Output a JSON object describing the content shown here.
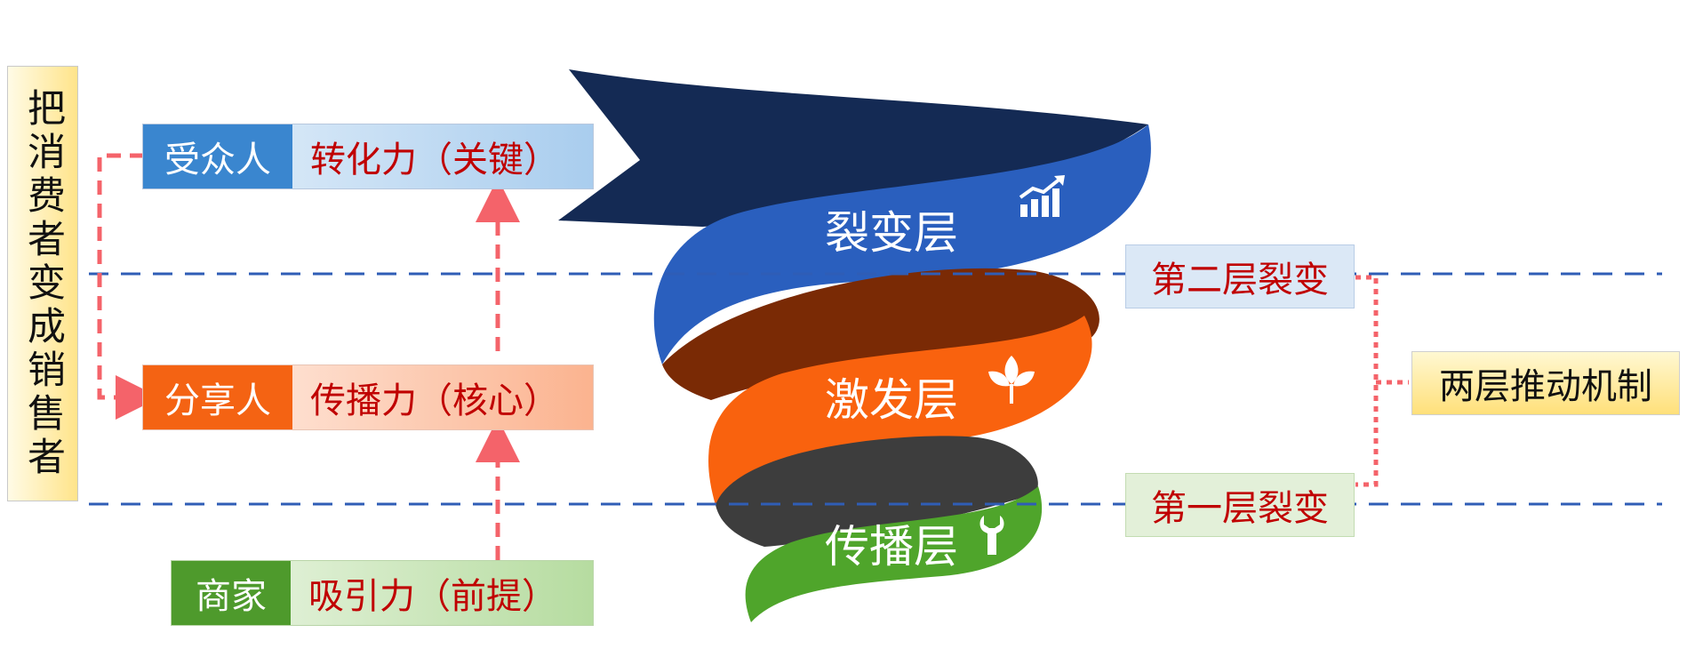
{
  "left_title": "把消费者变成销售者",
  "roles": [
    {
      "label": "受众人",
      "value": "转化力（关键）",
      "label_color": "#3a86cf"
    },
    {
      "label": "分享人",
      "value": "传播力（核心）",
      "label_color": "#f46313"
    },
    {
      "label": "商家",
      "value": "吸引力（前提）",
      "label_color": "#4e9a2c"
    }
  ],
  "layers": [
    {
      "name": "裂变层",
      "icon": "growth-chart-icon",
      "color": "#2a5fbe"
    },
    {
      "name": "激发层",
      "icon": "sprout-icon",
      "color": "#f9620e"
    },
    {
      "name": "传播层",
      "icon": "wrench-icon",
      "color": "#4fa52b"
    }
  ],
  "fission": {
    "second": "第二层裂变",
    "first": "第一层裂变",
    "mechanism": "两层推动机制"
  },
  "colors": {
    "dashed_line": "#2f5db6",
    "arrow": "#f4636a",
    "red_text": "#c00000"
  }
}
